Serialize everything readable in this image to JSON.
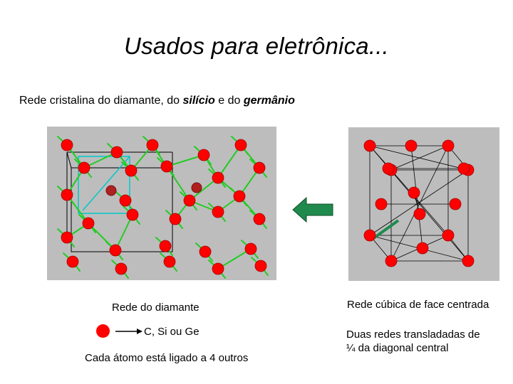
{
  "title": "Usados para eletrônica...",
  "subtitle": {
    "prefix": "Rede cristalina do diamante, do ",
    "silicon": "silício",
    "middle": " e do ",
    "germanium": "germânio"
  },
  "captions": {
    "diamond": "Rede do diamante",
    "fcc": "Rede cúbica de face centrada",
    "legend": "C, Si ou Ge",
    "bonds": "Cada átomo está ligado a 4 outros",
    "shift_line1": "Duas redes transladadas de",
    "shift_line2": "¼ da diagonal central"
  },
  "colors": {
    "atom": "#ff0000",
    "bond": "#22cc22",
    "panel": "#bdbdbd",
    "arrow": "#1f8a4c",
    "cube_edge": "#00c8c8"
  },
  "icons": {
    "legend_atom": "red-atom-sphere-icon",
    "arrow": "green-left-arrow-icon"
  }
}
